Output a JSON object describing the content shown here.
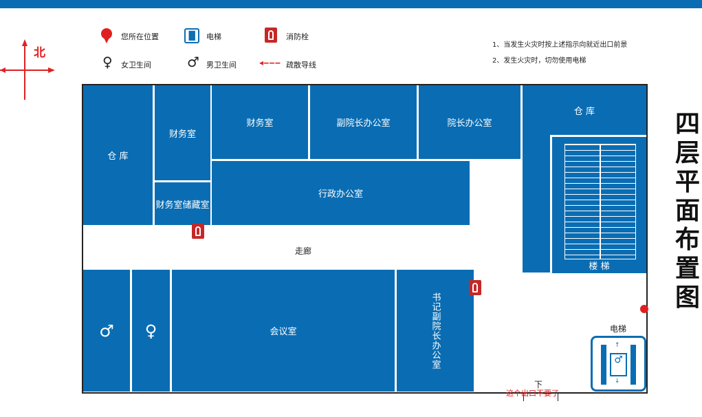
{
  "title": "四层平面布置图",
  "compass": {
    "label": "北"
  },
  "legend": {
    "location": "您所在位置",
    "elevator": "电梯",
    "hydrant": "消防栓",
    "female_wc": "女卫生间",
    "male_wc": "男卫生间",
    "evac": "疏散导线"
  },
  "notes": [
    "1、当发生火灾时按上述指示向就近出口前景",
    "2、发生火灾时，切勿使用电梯"
  ],
  "rooms": {
    "storage_left": "仓 库",
    "finance_small": "财务室",
    "finance_storage": "财务室储藏室",
    "finance": "财务室",
    "vice_president": "副院长办公室",
    "president": "院长办公室",
    "admin": "行政办公室",
    "storage_right": "仓 库",
    "stairs": "楼 梯",
    "corridor": "走廊",
    "meeting": "会议室",
    "secretary": "书记副院长办公室",
    "elevator": "电梯"
  },
  "down_label": "下",
  "annotation": "这个出口不要了",
  "colors": {
    "blue": "#0a6db3",
    "red": "#e02020"
  }
}
